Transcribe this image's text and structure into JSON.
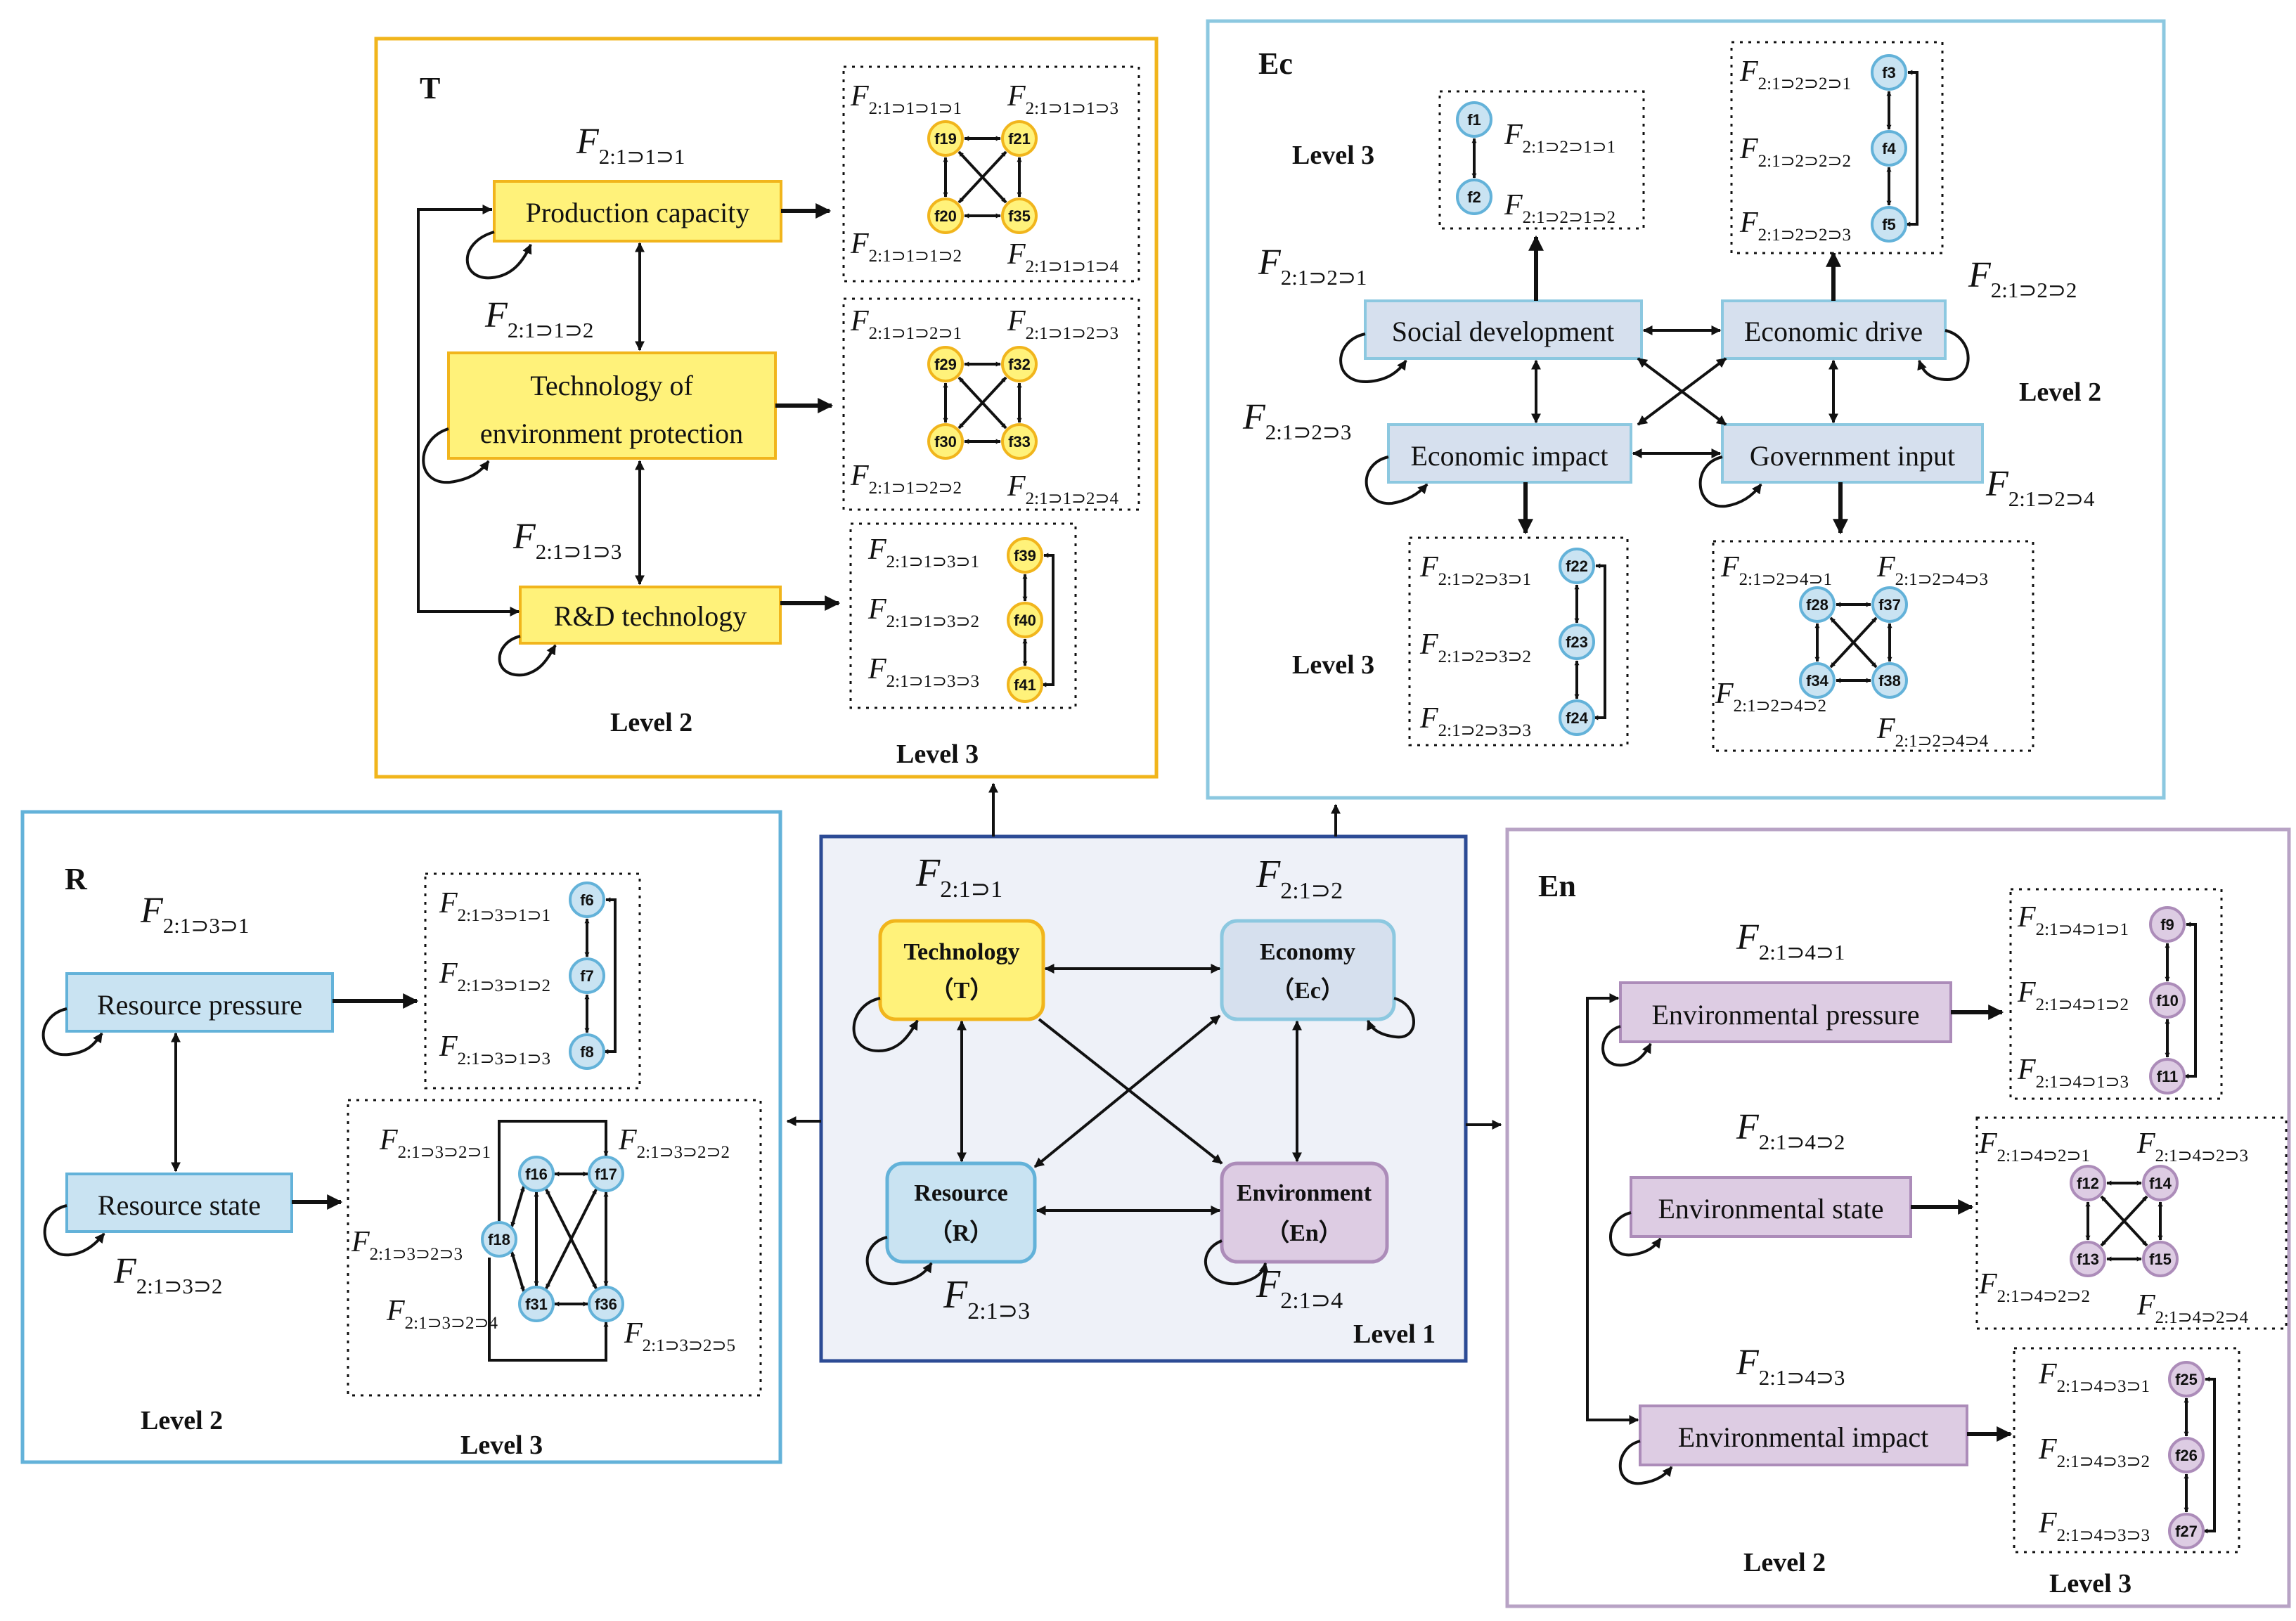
{
  "level_labels": {
    "level1": "Level 1",
    "level2": "Level 2",
    "level3": "Level 3"
  },
  "center": {
    "label_T": "F2:1⊃1",
    "label_Ec": "F2:1⊃2",
    "label_R": "F2:1⊃3",
    "label_En": "F2:1⊃4",
    "tech": {
      "name": "Technology",
      "code": "（T）"
    },
    "econ": {
      "name": "Economy",
      "code": "（Ec）"
    },
    "res": {
      "name": "Resource",
      "code": "（R）"
    },
    "env": {
      "name": "Environment",
      "code": "（En）"
    }
  },
  "panel_T": {
    "title": "T",
    "nodes": [
      "Production capacity",
      "Technology of",
      "environment protection",
      "R&D technology"
    ],
    "labels": [
      "F2:1⊃1⊃1",
      "F2:1⊃1⊃2",
      "F2:1⊃1⊃3"
    ],
    "g1": {
      "labels": [
        "F2:1⊃1⊃1⊃1",
        "F2:1⊃1⊃1⊃3",
        "F2:1⊃1⊃1⊃2",
        "F2:1⊃1⊃1⊃4"
      ],
      "circles": [
        "f19",
        "f21",
        "f20",
        "f35"
      ]
    },
    "g2": {
      "labels": [
        "F2:1⊃1⊃2⊃1",
        "F2:1⊃1⊃2⊃3",
        "F2:1⊃1⊃2⊃2",
        "F2:1⊃1⊃2⊃4"
      ],
      "circles": [
        "f29",
        "f32",
        "f30",
        "f33"
      ]
    },
    "g3": {
      "labels": [
        "F2:1⊃1⊃3⊃1",
        "F2:1⊃1⊃3⊃2",
        "F2:1⊃1⊃3⊃3"
      ],
      "circles": [
        "f39",
        "f40",
        "f41"
      ]
    }
  },
  "panel_Ec": {
    "title": "Ec",
    "nodes": [
      "Social development",
      "Economic drive",
      "Economic impact",
      "Government input"
    ],
    "labels": [
      "F2:1⊃2⊃1",
      "F2:1⊃2⊃2",
      "F2:1⊃2⊃3",
      "F2:1⊃2⊃4"
    ],
    "g1": {
      "labels": [
        "F2:1⊃2⊃1⊃1",
        "F2:1⊃2⊃1⊃2"
      ],
      "circles": [
        "f1",
        "f2"
      ]
    },
    "g2": {
      "labels": [
        "F2:1⊃2⊃2⊃1",
        "F2:1⊃2⊃2⊃2",
        "F2:1⊃2⊃2⊃3"
      ],
      "circles": [
        "f3",
        "f4",
        "f5"
      ]
    },
    "g3": {
      "labels": [
        "F2:1⊃2⊃3⊃1",
        "F2:1⊃2⊃3⊃2",
        "F2:1⊃2⊃3⊃3"
      ],
      "circles": [
        "f22",
        "f23",
        "f24"
      ]
    },
    "g4": {
      "labels": [
        "F2:1⊃2⊃4⊃1",
        "F2:1⊃2⊃4⊃3",
        "F2:1⊃2⊃4⊃2",
        "F2:1⊃2⊃4⊃4"
      ],
      "circles": [
        "f28",
        "f37",
        "f34",
        "f38"
      ]
    }
  },
  "panel_R": {
    "title": "R",
    "nodes": [
      "Resource pressure",
      "Resource state"
    ],
    "labels": [
      "F2:1⊃3⊃1",
      "F2:1⊃3⊃2"
    ],
    "g1": {
      "labels": [
        "F2:1⊃3⊃1⊃1",
        "F2:1⊃3⊃1⊃2",
        "F2:1⊃3⊃1⊃3"
      ],
      "circles": [
        "f6",
        "f7",
        "f8"
      ]
    },
    "g2": {
      "labels": [
        "F2:1⊃3⊃2⊃1",
        "F2:1⊃3⊃2⊃2",
        "F2:1⊃3⊃2⊃3",
        "F2:1⊃3⊃2⊃4",
        "F2:1⊃3⊃2⊃5"
      ],
      "circles": [
        "f16",
        "f17",
        "f18",
        "f31",
        "f36"
      ]
    }
  },
  "panel_En": {
    "title": "En",
    "nodes": [
      "Environmental pressure",
      "Environmental state",
      "Environmental impact"
    ],
    "labels": [
      "F2:1⊃4⊃1",
      "F2:1⊃4⊃2",
      "F2:1⊃4⊃3"
    ],
    "g1": {
      "labels": [
        "F2:1⊃4⊃1⊃1",
        "F2:1⊃4⊃1⊃2",
        "F2:1⊃4⊃1⊃3"
      ],
      "circles": [
        "f9",
        "f10",
        "f11"
      ]
    },
    "g2": {
      "labels": [
        "F2:1⊃4⊃2⊃1",
        "F2:1⊃4⊃2⊃3",
        "F2:1⊃4⊃2⊃2",
        "F2:1⊃4⊃2⊃4"
      ],
      "circles": [
        "f12",
        "f14",
        "f13",
        "f15"
      ]
    },
    "g3": {
      "labels": [
        "F2:1⊃4⊃3⊃1",
        "F2:1⊃4⊃3⊃2",
        "F2:1⊃4⊃3⊃3"
      ],
      "circles": [
        "f25",
        "f26",
        "f27"
      ]
    }
  },
  "colors": {
    "yellow_fill": "#fff27a",
    "yellow_border": "#f1b51c",
    "blue_fill": "#c9e3f2",
    "blue_border": "#63b2d9",
    "gray_fill": "#d6e0ee",
    "purple_fill": "#ddcce3",
    "purple_border": "#ac8cb9",
    "center_fill": "#eef1f8",
    "center_border": "#2c4b95",
    "panel_T_border": "#f1b51c",
    "panel_Ec_border": "#8cc8e0",
    "panel_R_border": "#63b2d9",
    "panel_En_border": "#b8a3c5"
  }
}
